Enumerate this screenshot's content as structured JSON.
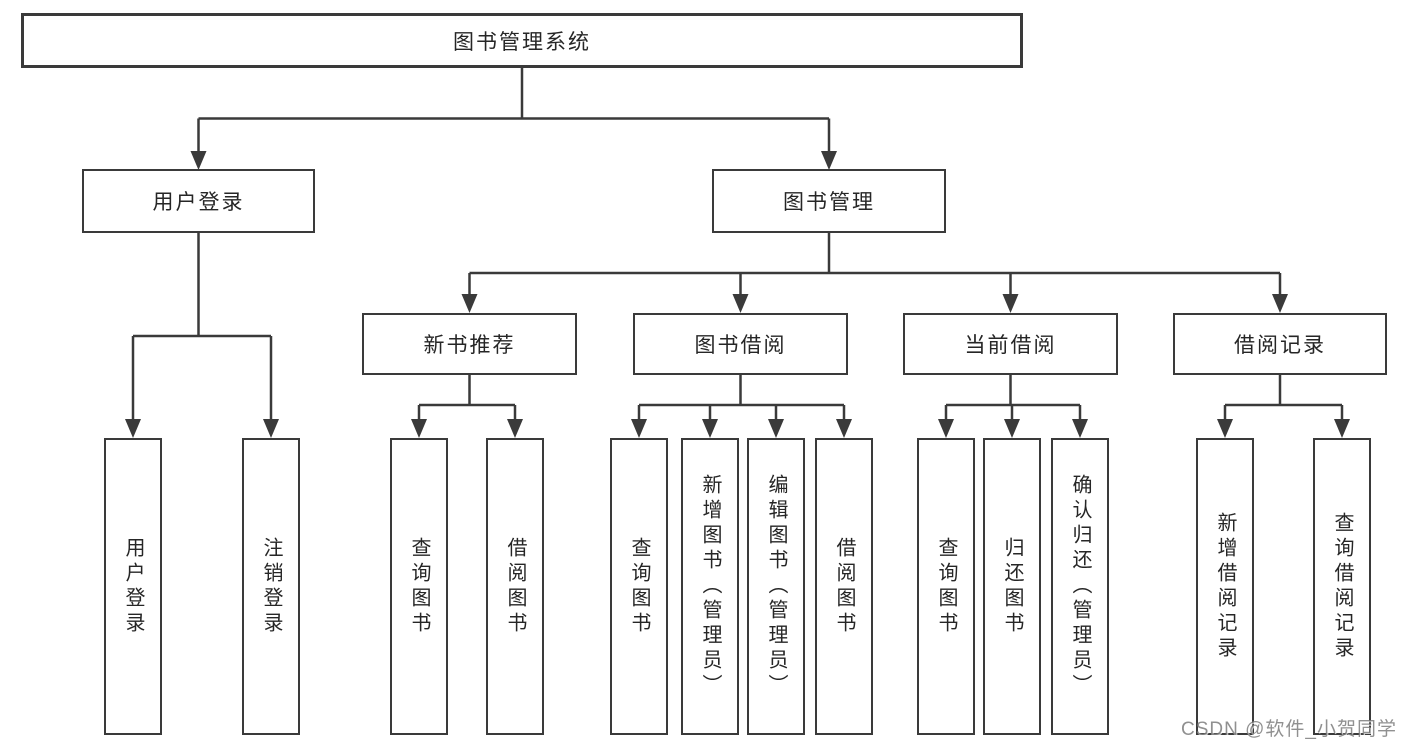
{
  "diagram": {
    "root": "图书管理系统",
    "login_branch": {
      "label": "用户登录",
      "children": [
        "用户登录",
        "注销登录"
      ]
    },
    "management_branch": {
      "label": "图书管理",
      "sections": [
        {
          "label": "新书推荐",
          "children": [
            "查询图书",
            "借阅图书"
          ]
        },
        {
          "label": "图书借阅",
          "children": [
            "查询图书",
            "新增图书（管理员）",
            "编辑图书（管理员）",
            "借阅图书"
          ]
        },
        {
          "label": "当前借阅",
          "children": [
            "查询图书",
            "归还图书",
            "确认归还（管理员）"
          ]
        },
        {
          "label": "借阅记录",
          "children": [
            "新增借阅记录",
            "查询借阅记录"
          ]
        }
      ]
    }
  },
  "watermark": "CSDN @软件_小贺同学",
  "colors": {
    "line": "#3a3a3a",
    "text": "#262626",
    "watermark": "#7d7d7d",
    "background": "#ffffff"
  }
}
